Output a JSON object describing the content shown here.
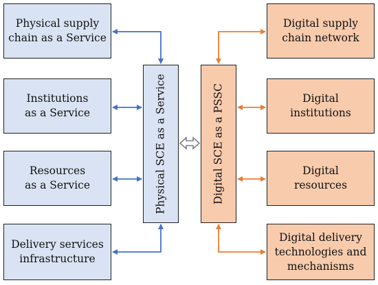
{
  "left_boxes": [
    {
      "lines": [
        "Physical supply",
        "chain as a Service"
      ]
    },
    {
      "lines": [
        "Institutions",
        "as a Service"
      ]
    },
    {
      "lines": [
        "Resources",
        "as a Service"
      ]
    },
    {
      "lines": [
        "Delivery services",
        "infrastructure"
      ]
    }
  ],
  "right_boxes": [
    {
      "lines": [
        "Digital supply",
        "chain network"
      ]
    },
    {
      "lines": [
        "Digital",
        "institutions"
      ]
    },
    {
      "lines": [
        "Digital",
        "resources"
      ]
    },
    {
      "lines": [
        "Digital delivery",
        "technologies and",
        "mechanisms"
      ]
    }
  ],
  "center": {
    "physical_label": "Physical SCE as a Service",
    "digital_label": "Digital SCE as a PSSC"
  },
  "colors": {
    "blue_fill": "#dae3f3",
    "orange_fill": "#f8cbad",
    "blue_arrow": "#4472c4",
    "orange_arrow": "#ed7d31",
    "border": "#1f1f1f"
  }
}
